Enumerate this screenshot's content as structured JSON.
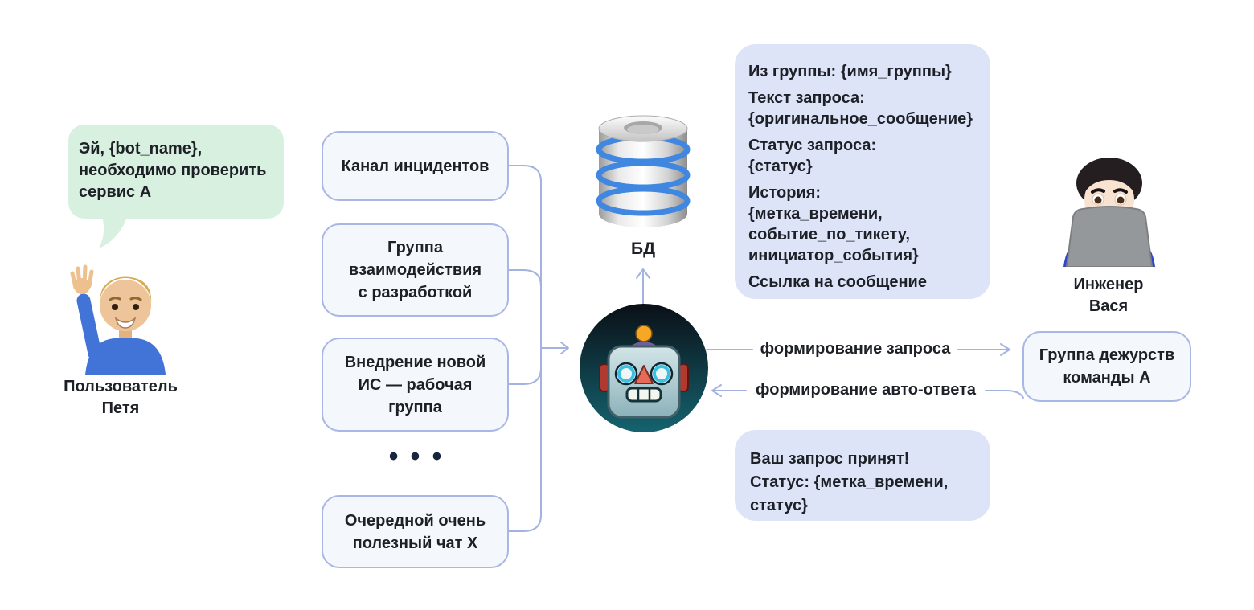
{
  "diagram": {
    "user": {
      "message_bubble": "Эй, {bot_name},\nнеобходимо проверить\nсервис А",
      "label": "Пользователь\nПетя",
      "icon": "man-raising-hand-emoji"
    },
    "chat_sources": {
      "items": [
        {
          "label": "Канал инцидентов"
        },
        {
          "label": "Группа\nвзаимодействия\nс разработкой"
        },
        {
          "label": "Внедрение новой\nИС — рабочая\nгруппа"
        },
        {
          "label": "Очередной очень\nполезный чат X"
        }
      ],
      "ellipsis": "•••"
    },
    "database": {
      "label": "БД",
      "icon": "database-icon"
    },
    "bot": {
      "icon": "robot-emoji"
    },
    "ticket_card": {
      "lines": [
        "Из группы: {имя_группы}",
        "Текст запроса:\n{оригинальное_сообщение}",
        "Статус запроса:\n{статус}",
        "История:\n{метка_времени,\nсобытие_по_тикету,\nинициатор_события}",
        "Ссылка на сообщение"
      ]
    },
    "engineer": {
      "label": "Инженер\nВася",
      "icon": "man-technologist-emoji"
    },
    "duty_group": {
      "label": "Группа дежурств\nкоманды А"
    },
    "flows": {
      "request_label": "формирование запроса",
      "auto_reply_label": "формирование авто-ответа"
    },
    "auto_reply_card": {
      "text": "Ваш запрос принят!\nСтатус: {метка_времени,\nстатус}"
    }
  },
  "colors": {
    "background": "#ffffff",
    "bubble_green": "#d7f0df",
    "panel_blue": "#dde4f8",
    "node_fill": "#f4f7fb",
    "node_border": "#a9b7e4",
    "connector": "#a3b2df",
    "text": "#1d2026",
    "db_ring_blue": "#3f87e0",
    "bot_circle_top": "#0a0f16",
    "bot_circle_bottom": "#15636f"
  }
}
